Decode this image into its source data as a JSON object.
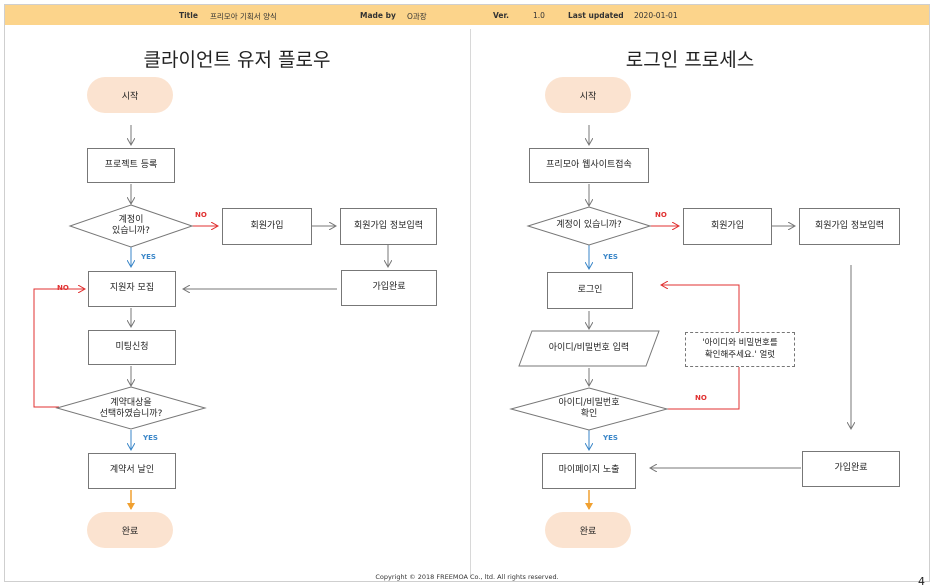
{
  "header": {
    "title_label": "Title",
    "title_value": "프리모아 기획서 양식",
    "madeby_label": "Made by",
    "madeby_value": "O과장",
    "ver_label": "Ver.",
    "ver_value": "1.0",
    "updated_label": "Last updated",
    "updated_value": "2020-01-01"
  },
  "left": {
    "title": "클라이언트 유저 플로우",
    "start": "시작",
    "register_project": "프로젝트 등록",
    "has_account": "계정이\n있습니까?",
    "signup": "회원가입",
    "signup_info": "회원가입 정보입력",
    "signup_done": "가입완료",
    "recruit": "지원자 모집",
    "meeting": "미팅신청",
    "selected": "계약대상을\n선택하였습니까?",
    "contract": "계약서 날인",
    "end": "완료",
    "yes1": "YES",
    "no1": "NO",
    "yes2": "YES",
    "no2": "NO"
  },
  "right": {
    "title": "로그인 프로세스",
    "start": "시작",
    "visit": "프리모아 웹사이트접속",
    "has_account": "계정이 있습니까?",
    "signup": "회원가입",
    "signup_info": "회원가입 정보입력",
    "login": "로그인",
    "input_id": "아이디/비밀번호 입력",
    "check_id": "아이디/비밀번호\n확인",
    "alert": "'아이디와 비밀번호를\n확인해주세요.' 얼럿",
    "mypage": "마이페이지 노출",
    "signup_done": "가입완료",
    "end": "완료",
    "yes1": "YES",
    "no1": "NO",
    "yes2": "YES",
    "no2": "NO"
  },
  "footer": {
    "copyright": "Copyright © 2018 FREEMOA Co., ltd. All rights reserved.",
    "page_number": "4"
  },
  "colors": {
    "header_bg": "#fcd48b",
    "pill_bg": "#fbe3d0",
    "yes_arrow": "#3a86c8",
    "no_arrow": "#e03030",
    "end_arrow": "#f0a030"
  }
}
